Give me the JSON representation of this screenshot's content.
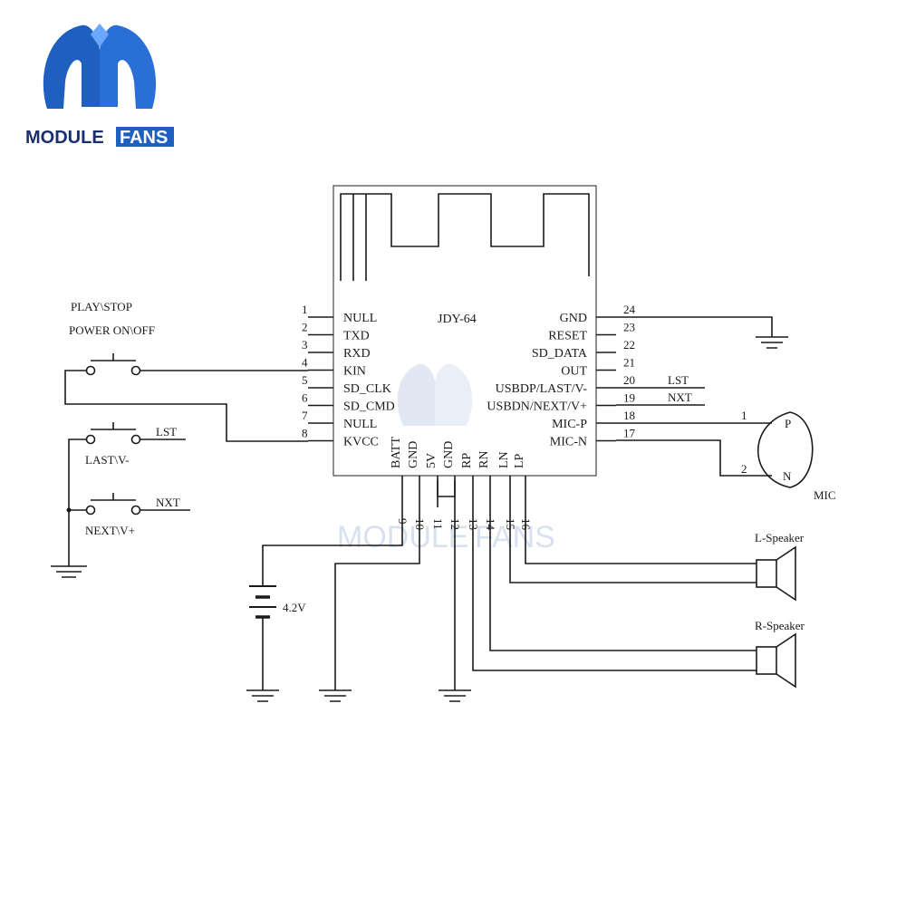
{
  "logo": {
    "word1": "MODULE",
    "word2": "FANS"
  },
  "watermark": {
    "word1": "MODULE",
    "word2": "FANS"
  },
  "module": {
    "name": "JDY-64"
  },
  "left_pins": [
    {
      "num": "1",
      "name": "NULL"
    },
    {
      "num": "2",
      "name": "TXD"
    },
    {
      "num": "3",
      "name": "RXD"
    },
    {
      "num": "4",
      "name": "KIN"
    },
    {
      "num": "5",
      "name": "SD_CLK"
    },
    {
      "num": "6",
      "name": "SD_CMD"
    },
    {
      "num": "7",
      "name": "NULL"
    },
    {
      "num": "8",
      "name": "KVCC"
    }
  ],
  "right_pins": [
    {
      "num": "24",
      "name": "GND"
    },
    {
      "num": "23",
      "name": "RESET"
    },
    {
      "num": "22",
      "name": "SD_DATA"
    },
    {
      "num": "21",
      "name": "OUT"
    },
    {
      "num": "20",
      "name": "USBDP/LAST/V-"
    },
    {
      "num": "19",
      "name": "USBDN/NEXT/V+"
    },
    {
      "num": "18",
      "name": "MIC-P"
    },
    {
      "num": "17",
      "name": "MIC-N"
    }
  ],
  "bottom_pins": [
    {
      "num": "9",
      "name": "BATT"
    },
    {
      "num": "10",
      "name": "GND"
    },
    {
      "num": "11",
      "name": "5V"
    },
    {
      "num": "12",
      "name": "GND"
    },
    {
      "num": "13",
      "name": "RP"
    },
    {
      "num": "14",
      "name": "RN"
    },
    {
      "num": "15",
      "name": "LN"
    },
    {
      "num": "16",
      "name": "LP"
    }
  ],
  "labels": {
    "play_stop": "PLAY\\STOP",
    "power": "POWER ON\\OFF",
    "last_btn": "LAST\\V-",
    "next_btn": "NEXT\\V+",
    "lst_left": "LST",
    "nxt_left": "NXT",
    "lst_right": "LST",
    "nxt_right": "NXT",
    "battery": "4.2V",
    "mic": "MIC",
    "mic_p": "P",
    "mic_n": "N",
    "mic_1": "1",
    "mic_2": "2",
    "l_speaker": "L-Speaker",
    "r_speaker": "R-Speaker"
  },
  "colors": {
    "logo_blue": "#1f5fbf",
    "logo_dark": "#1a2f6e",
    "wire": "#1a1a1a",
    "watermark": "#c9d6ea"
  }
}
